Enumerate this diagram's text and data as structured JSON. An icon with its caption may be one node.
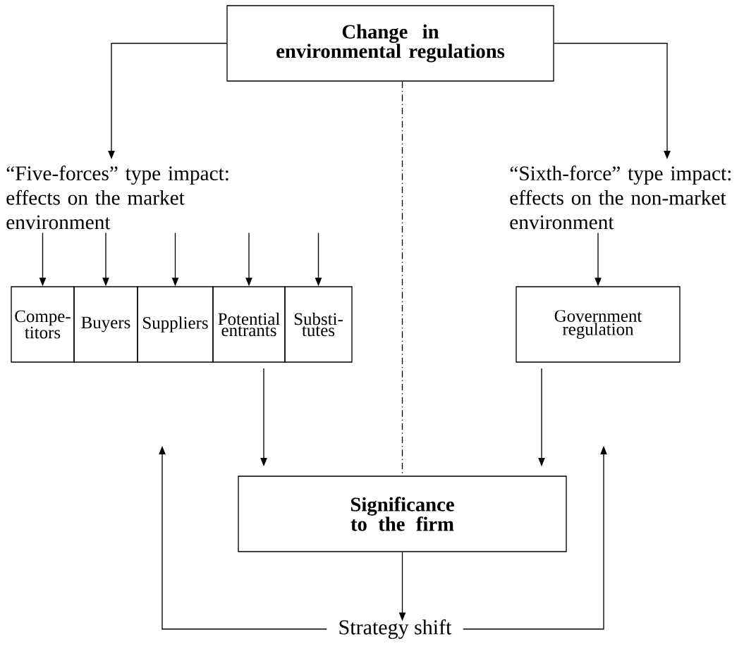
{
  "diagram": {
    "nodes": [
      {
        "text": [
          "Change in environmental regulations"
        ]
      },
      {
        "text": [
          "“Five-forces” type impact: effects on the market environment"
        ]
      },
      {
        "text": [
          "“Sixth-force” type impact: effects on the non-market environment"
        ]
      },
      {
        "text": [
          "Compe-titors"
        ]
      },
      {
        "text": [
          "Buyers"
        ]
      },
      {
        "text": [
          "Suppliers"
        ]
      },
      {
        "text": [
          "Potential entrants"
        ]
      },
      {
        "text": [
          "Substi-tutes"
        ]
      },
      {
        "text": [
          "Government regulation"
        ]
      },
      {
        "text": [
          "Significance to the firm"
        ]
      },
      {
        "text": [
          "Strategy shift"
        ]
      }
    ],
    "edges": [
      {
        "from": 0,
        "to": 1,
        "arrow": "to"
      },
      {
        "from": 0,
        "to": 2,
        "arrow": "to"
      },
      {
        "from": 1,
        "to": 3,
        "arrow": "to"
      },
      {
        "from": 1,
        "to": 4,
        "arrow": "to"
      },
      {
        "from": 1,
        "to": 5,
        "arrow": "to"
      },
      {
        "from": 1,
        "to": 6,
        "arrow": "to"
      },
      {
        "from": null,
        "to": 7,
        "arrow": "to"
      },
      {
        "from": 2,
        "to": 8,
        "arrow": "to"
      },
      {
        "from": 0,
        "to": 9,
        "arrow": "none",
        "style": "dashed"
      },
      {
        "from": 6,
        "to": 9,
        "arrow": "to"
      },
      {
        "from": 8,
        "to": 9,
        "arrow": "to"
      },
      {
        "from": 9,
        "to": 10,
        "arrow": "to"
      },
      {
        "from": 10,
        "to": null,
        "arrow": "to"
      },
      {
        "from": 10,
        "to": null,
        "arrow": "to"
      }
    ]
  }
}
